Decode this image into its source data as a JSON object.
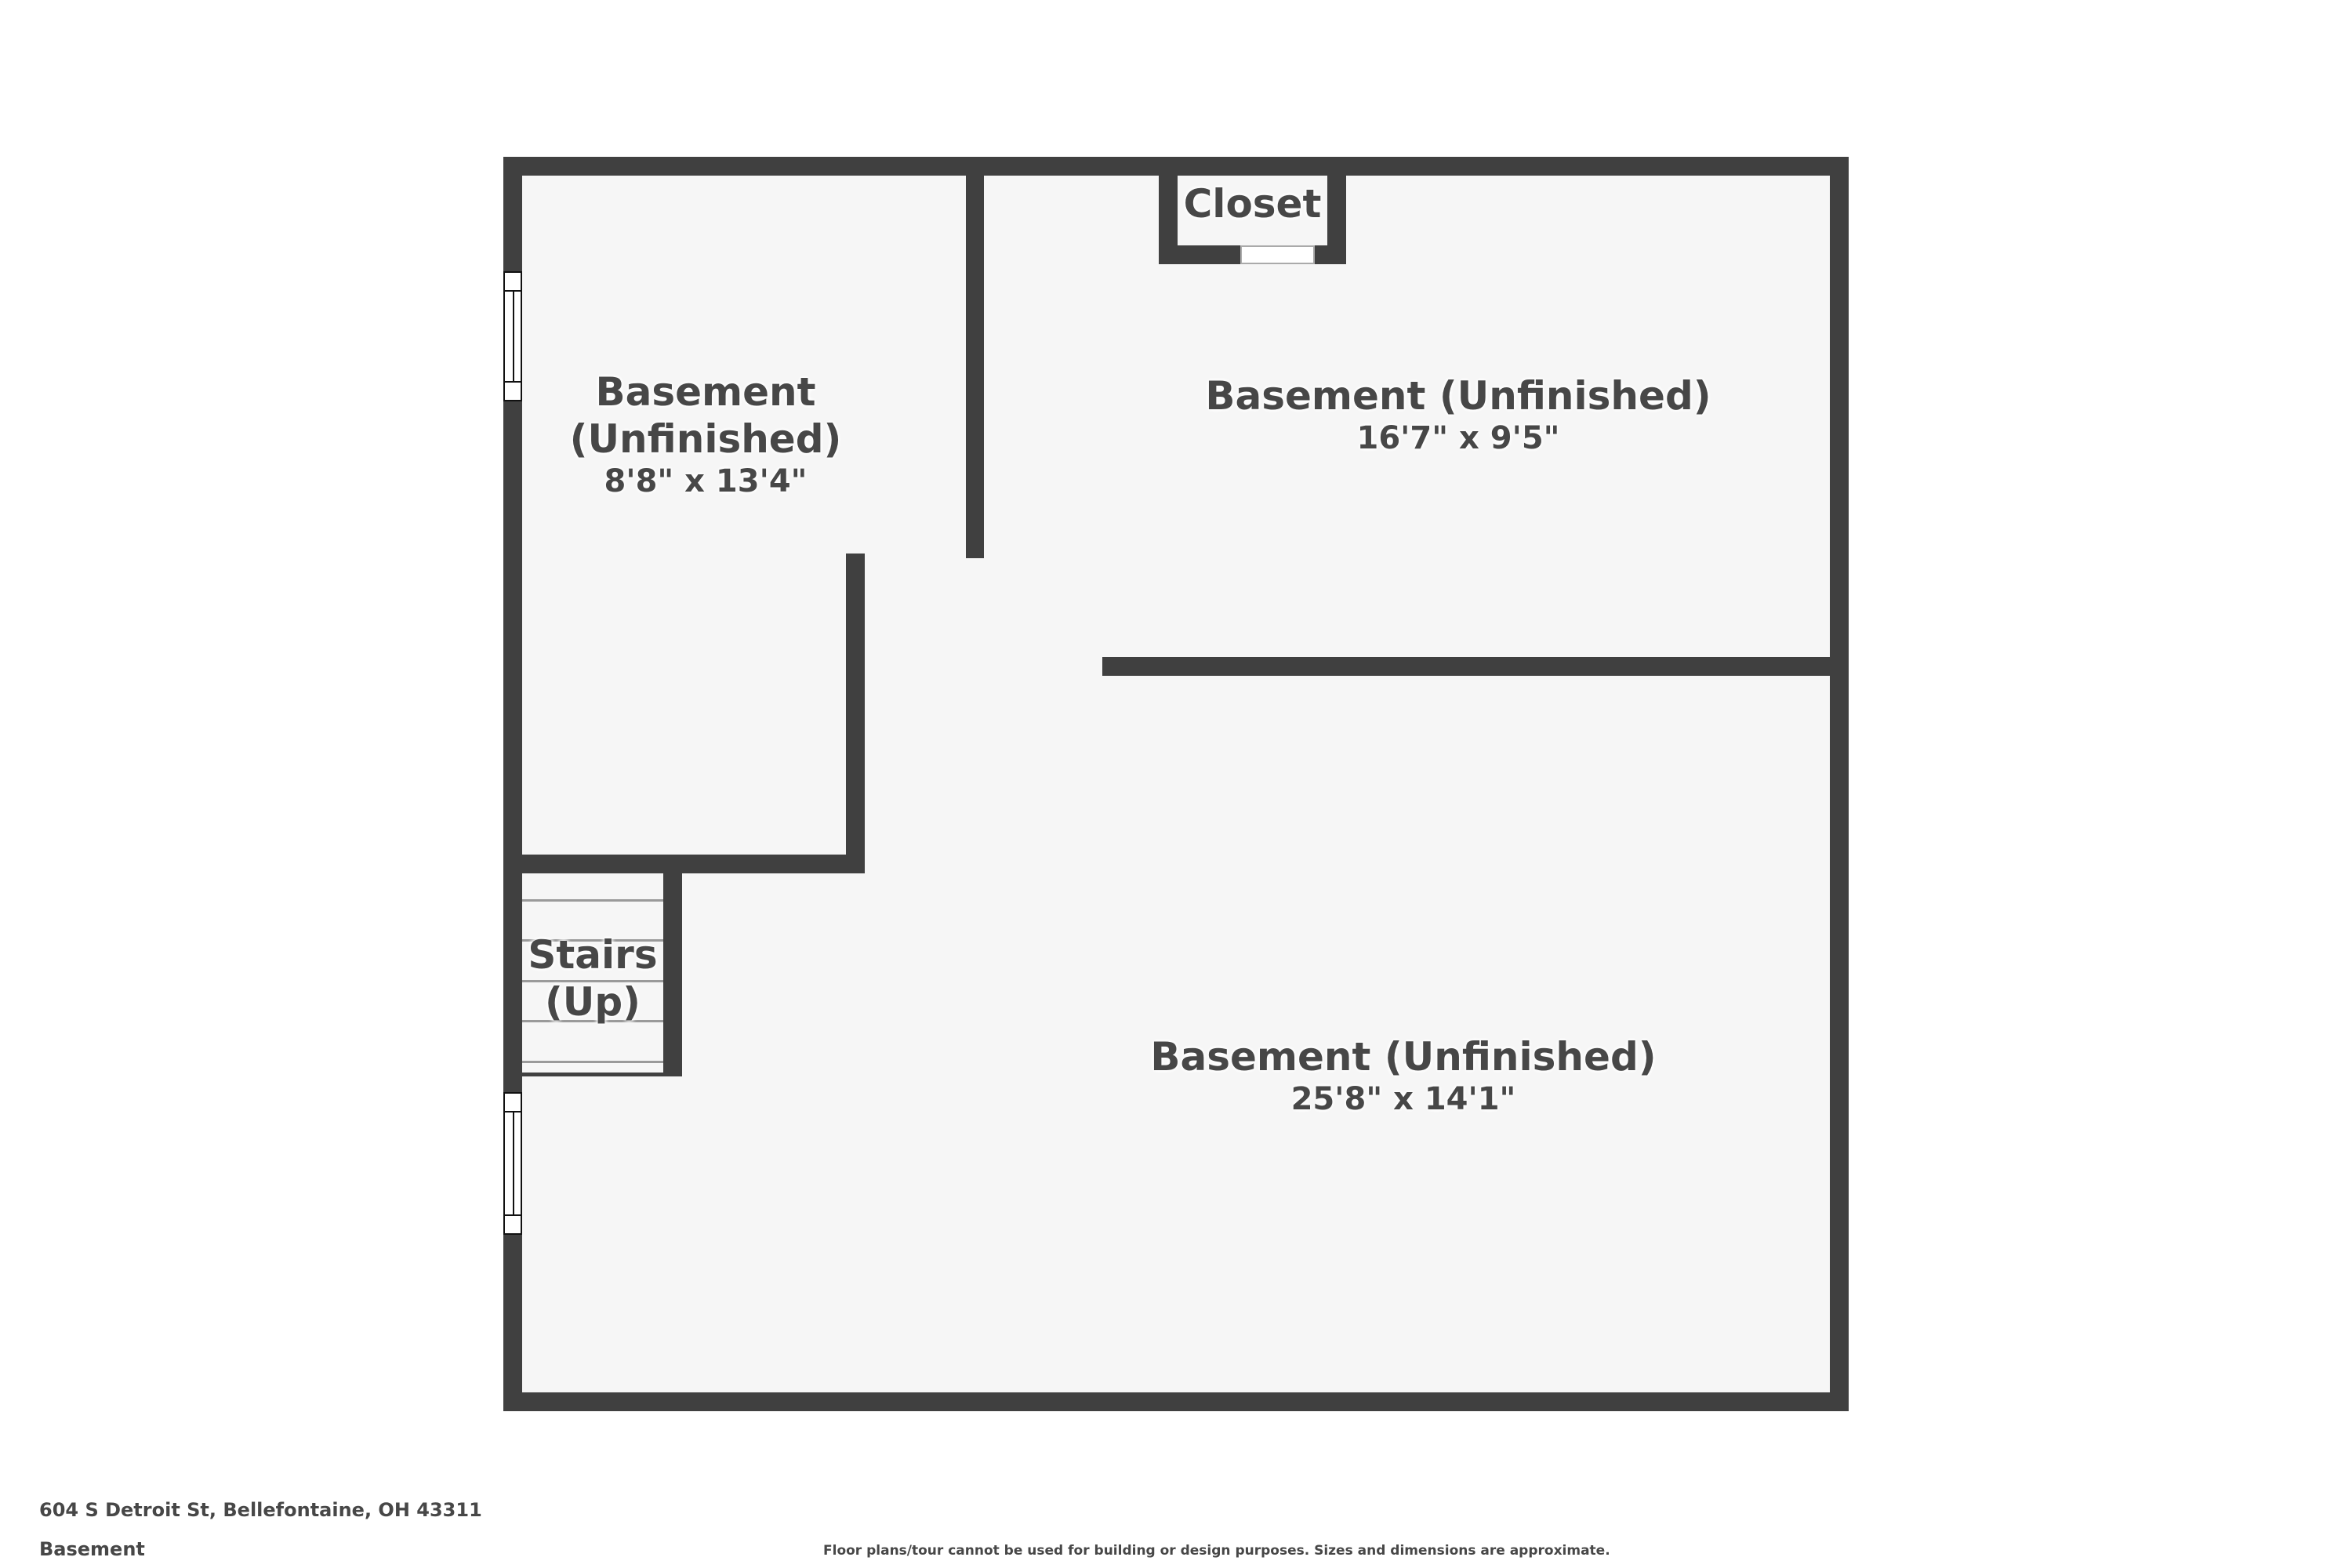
{
  "plan": {
    "address": "604 S Detroit St, Bellefontaine, OH 43311",
    "floor_name": "Basement",
    "disclaimer": "Floor plans/tour cannot be used for building or design purposes. Sizes and dimensions are approximate.",
    "colors": {
      "wall": "#404040",
      "floor": "#f6f6f6",
      "text": "#474747",
      "background": "#ffffff"
    }
  },
  "rooms": [
    {
      "name_line1": "Basement",
      "name_line2": "(Unfinished)",
      "dimensions": "8'8\" x 13'4\""
    },
    {
      "name": "Basement (Unfinished)",
      "dimensions": "16'7\" x 9'5\""
    },
    {
      "name": "Closet"
    },
    {
      "name_line1": "Stairs",
      "name_line2": "(Up)"
    },
    {
      "name": "Basement (Unfinished)",
      "dimensions": "25'8\" x 14'1\""
    }
  ]
}
